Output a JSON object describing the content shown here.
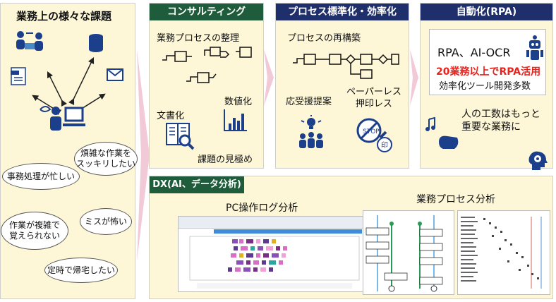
{
  "left": {
    "title": "業務上の様々な課題",
    "bubbles": [
      "煩雑な作業を\nスッキリしたい",
      "事務処理が忙しい",
      "ミスが怖い",
      "作業が複雑で\n覚えられない",
      "定時で帰宅したい"
    ]
  },
  "consulting": {
    "header": "コンサルティング",
    "subtitle": "業務プロセスの整理",
    "labels": [
      "文書化",
      "数値化",
      "課題の見極め"
    ]
  },
  "process": {
    "header": "プロセス標準化・効率化",
    "subtitle": "プロセスの再構築",
    "labels": [
      "応受援提案",
      "ペーパーレス\n押印レス"
    ]
  },
  "rpa": {
    "header": "自動化(RPA)",
    "line1": "RPA、AI-OCR",
    "line2": "20業務以上でRPA活用",
    "line3": "効率化ツール開発多数",
    "line4": "人の工数はもっと\n重要な業務に"
  },
  "dx": {
    "header": "DX(AI、データ分析)",
    "pc_title": "PC操作ログ分析",
    "bp_title": "業務プロセス分析"
  },
  "colors": {
    "green": "#1f5c3b",
    "navy": "#1f2f6b",
    "panel": "#fdf7d8",
    "arrow": "#f2c9d6",
    "red": "#e8231d"
  }
}
